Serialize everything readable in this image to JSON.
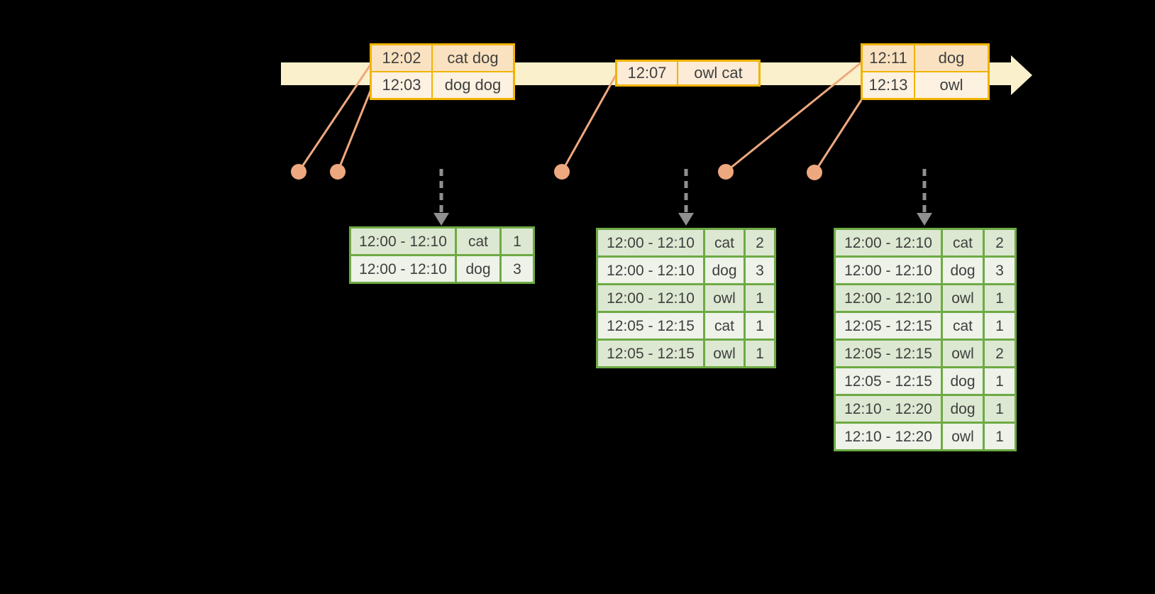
{
  "colors": {
    "background": "#000000",
    "band": "#faf1cc",
    "event_border": "#f0b400",
    "event_row_dark": "#fae2c0",
    "event_row_light": "#fdf1e1",
    "event_row_mid": "#fcebd7",
    "connector": "#eea87f",
    "green_border": "#6eaa44",
    "green_row_dark": "#dde8d2",
    "green_row_light": "#eef2e9",
    "trigger_arrow": "#909090",
    "text": "#3f3f3f"
  },
  "event_tables": [
    {
      "rows": [
        {
          "time": "12:02",
          "words": "cat dog"
        },
        {
          "time": "12:03",
          "words": "dog dog"
        }
      ]
    },
    {
      "rows": [
        {
          "time": "12:07",
          "words": "owl cat"
        }
      ]
    },
    {
      "rows": [
        {
          "time": "12:11",
          "words": "dog"
        },
        {
          "time": "12:13",
          "words": "owl"
        }
      ]
    }
  ],
  "result_tables": [
    {
      "rows": [
        {
          "window": "12:00 - 12:10",
          "word": "cat",
          "count": "1"
        },
        {
          "window": "12:00 - 12:10",
          "word": "dog",
          "count": "3"
        }
      ]
    },
    {
      "rows": [
        {
          "window": "12:00 - 12:10",
          "word": "cat",
          "count": "2"
        },
        {
          "window": "12:00 - 12:10",
          "word": "dog",
          "count": "3"
        },
        {
          "window": "12:00 - 12:10",
          "word": "owl",
          "count": "1"
        },
        {
          "window": "12:05 - 12:15",
          "word": "cat",
          "count": "1"
        },
        {
          "window": "12:05 - 12:15",
          "word": "owl",
          "count": "1"
        }
      ]
    },
    {
      "rows": [
        {
          "window": "12:00 - 12:10",
          "word": "cat",
          "count": "2"
        },
        {
          "window": "12:00 - 12:10",
          "word": "dog",
          "count": "3"
        },
        {
          "window": "12:00 - 12:10",
          "word": "owl",
          "count": "1"
        },
        {
          "window": "12:05 - 12:15",
          "word": "cat",
          "count": "1"
        },
        {
          "window": "12:05 - 12:15",
          "word": "owl",
          "count": "2"
        },
        {
          "window": "12:05 - 12:15",
          "word": "dog",
          "count": "1"
        },
        {
          "window": "12:10 - 12:20",
          "word": "dog",
          "count": "1"
        },
        {
          "window": "12:10 - 12:20",
          "word": "owl",
          "count": "1"
        }
      ]
    }
  ]
}
